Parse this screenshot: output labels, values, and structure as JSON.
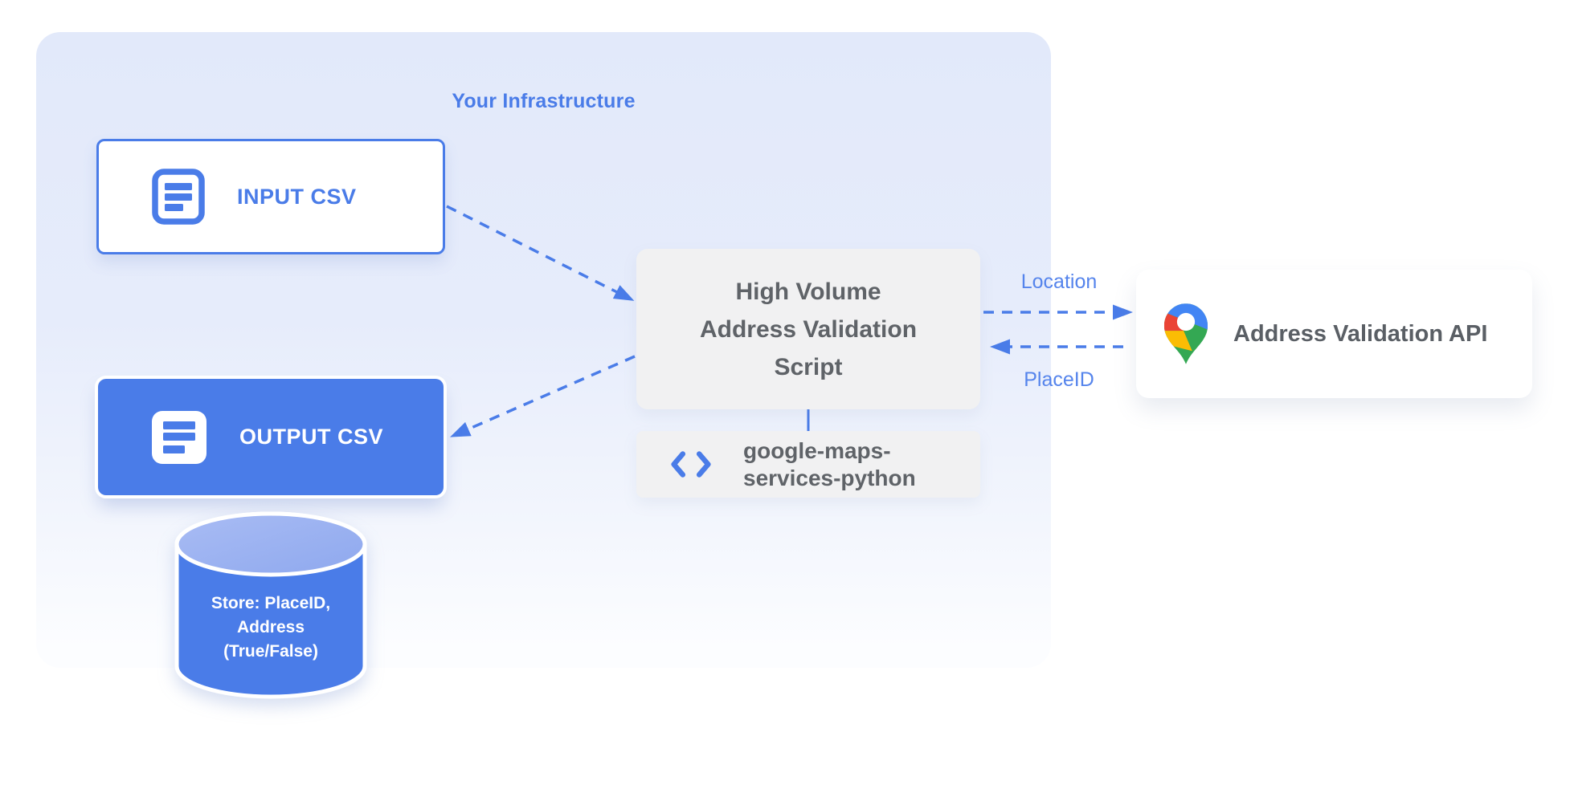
{
  "infrastructure": {
    "title": "Your Infrastructure"
  },
  "nodes": {
    "input_csv": {
      "label": "INPUT CSV",
      "icon": "csv-document-icon"
    },
    "output_csv": {
      "label": "OUTPUT CSV",
      "icon": "csv-document-icon"
    },
    "datastore": {
      "lines": [
        "Store: PlaceID,",
        "Address",
        "(True/False)"
      ]
    },
    "script": {
      "lines": [
        "High Volume",
        "Address Validation",
        "Script"
      ]
    },
    "library": {
      "lines": [
        "google-maps-",
        "services-python"
      ],
      "icon": "code-brackets-icon"
    },
    "api": {
      "label": "Address Validation API",
      "icon": "google-maps-pin-icon"
    }
  },
  "edges": {
    "location_label": "Location",
    "placeid_label": "PlaceID"
  },
  "colors": {
    "accent_blue": "#4a7ce8",
    "edge_label_blue": "#5584ec",
    "gray_node_bg": "#f1f1f2",
    "gray_node_text": "#5f6368",
    "container_top": "#e2e9fa",
    "container_bottom": "#fcfdff",
    "cylinder_top_light": "#9db3f0",
    "pin_blue": "#4285F4",
    "pin_red": "#EA4335",
    "pin_yellow": "#FBBC04",
    "pin_green": "#34A853"
  }
}
